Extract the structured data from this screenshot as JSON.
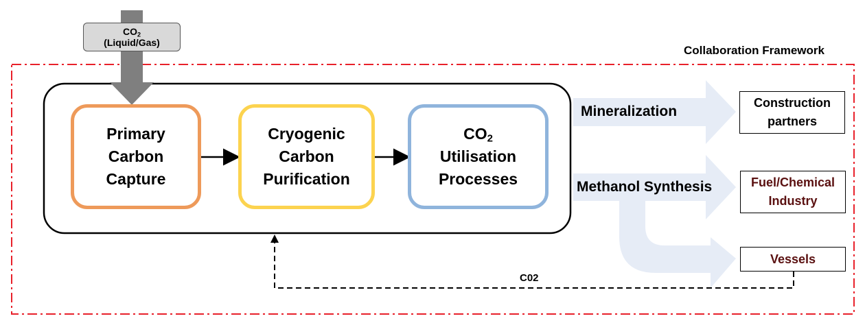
{
  "framework": {
    "label": "Collaboration Framework",
    "border_color": "#e8202a"
  },
  "input": {
    "chem_main": "CO",
    "chem_sub": "2",
    "state": "(Liquid/Gas)"
  },
  "stages": [
    {
      "lines": [
        "Primary",
        "Carbon",
        "Capture"
      ],
      "color": "#ee9a5a"
    },
    {
      "lines": [
        "Cryogenic",
        "Carbon",
        "Purification"
      ],
      "color": "#fcd34f"
    },
    {
      "co2_main": "CO",
      "co2_sub": "2",
      "lines": [
        "Utilisation",
        "Processes"
      ],
      "color": "#8fb4dc"
    }
  ],
  "routes": [
    {
      "label": "Mineralization",
      "target_lines": [
        "Construction",
        "partners"
      ],
      "target_color": "#000000"
    },
    {
      "label": "Methanol Synthesis",
      "target_lines": [
        "Fuel/Chemical",
        "Industry"
      ],
      "target_color": "#5a1010"
    }
  ],
  "vessels": {
    "label": "Vessels",
    "color": "#5a1010"
  },
  "return_flow": {
    "label": "C02"
  },
  "colors": {
    "route_arrow": "#e6ecf6",
    "input_arrow": "#7f7f7f"
  }
}
